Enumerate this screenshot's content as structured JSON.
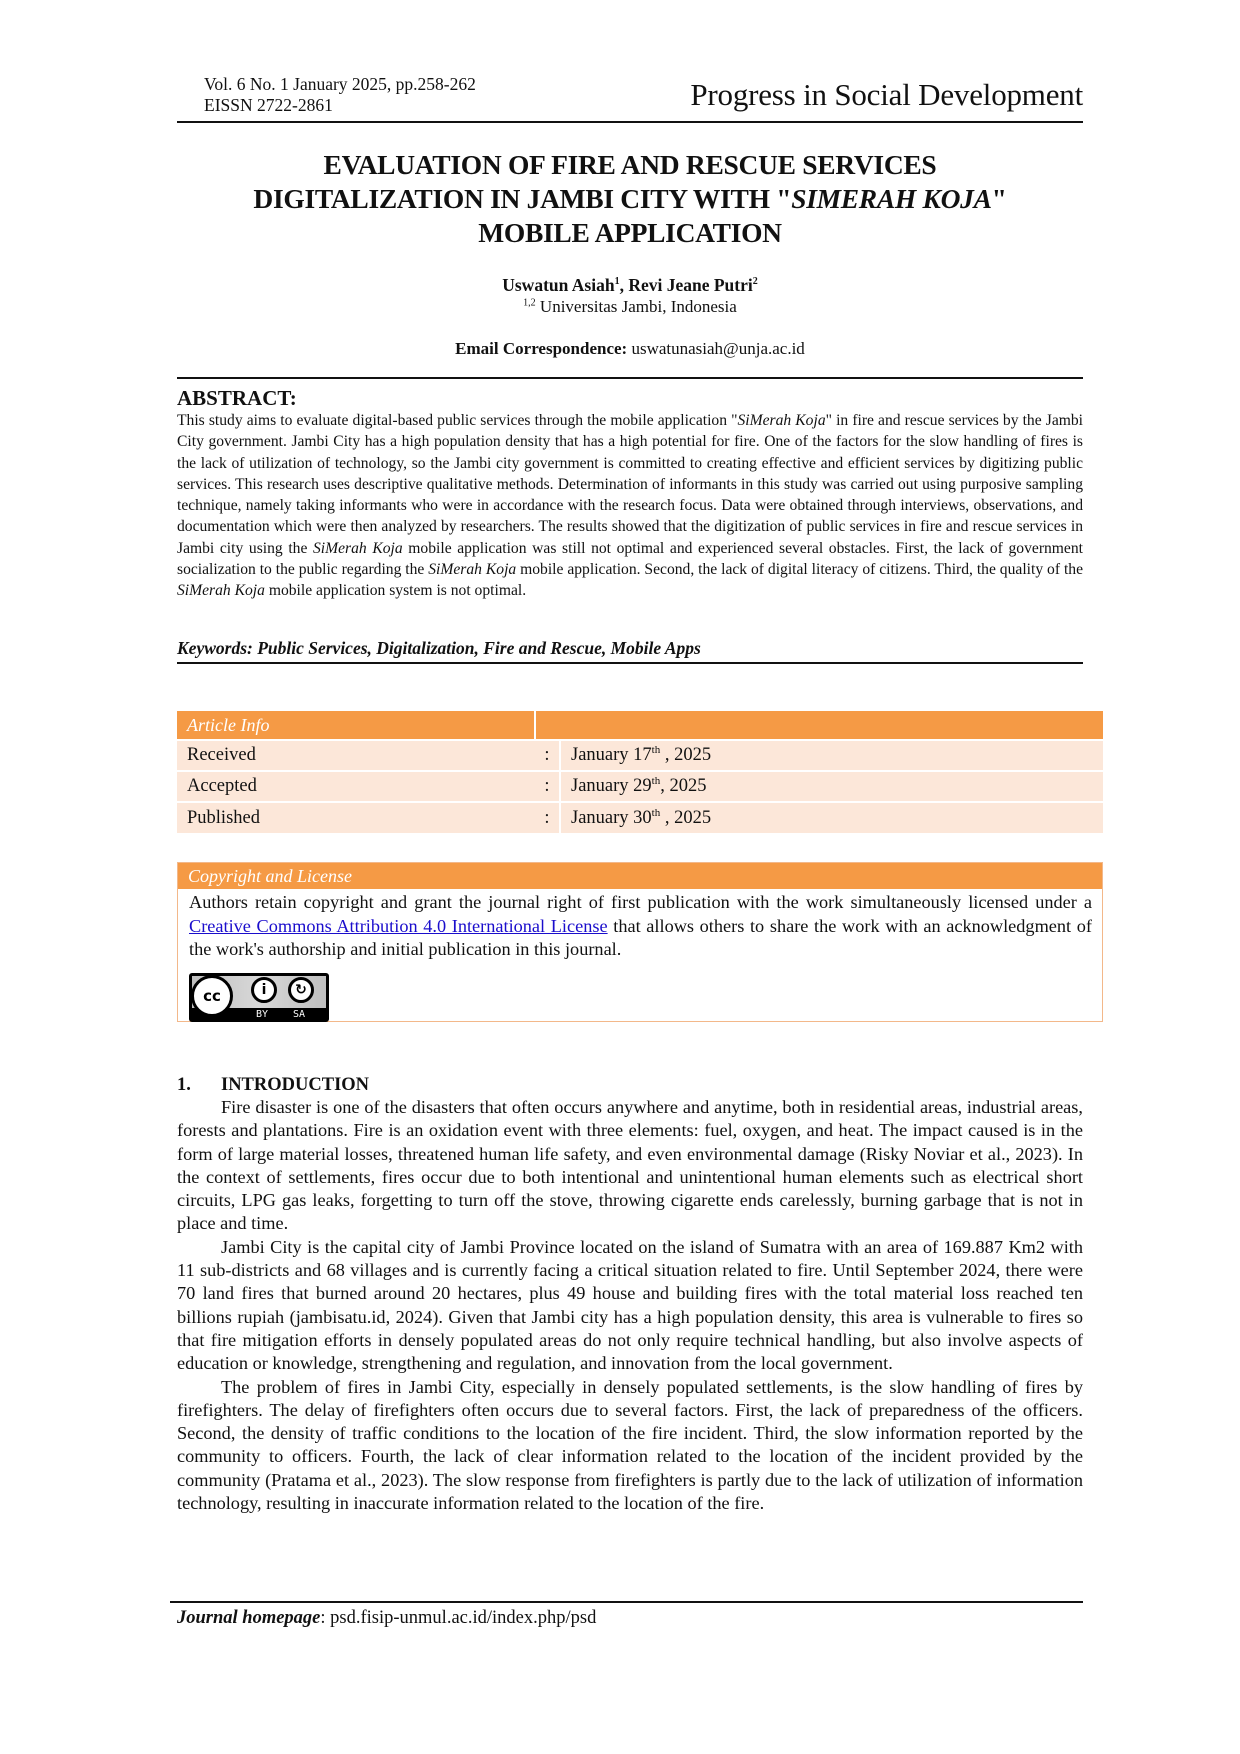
{
  "header": {
    "volume_line": "Vol. 6 No. 1 January 2025, pp.258-262",
    "issn_line": "EISSN 2722-2861",
    "journal_name": "Progress in Social Development"
  },
  "title": {
    "line1": "EVALUATION OF FIRE AND RESCUE SERVICES",
    "line2_prefix": "DIGITALIZATION IN JAMBI CITY WITH \"",
    "line2_italic": "SIMERAH KOJA",
    "line2_suffix": "\"",
    "line3": "MOBILE APPLICATION"
  },
  "authors": {
    "author1": "Uswatun Asiah",
    "author1_sup": "1",
    "separator": ", ",
    "author2": "Revi Jeane Putri",
    "author2_sup": "2",
    "affiliation_sup": "1,2",
    "affiliation": "Universitas Jambi, Indonesia",
    "email_label": "Email Correspondence:",
    "email": "uswatunasiah@unja.ac.id"
  },
  "abstract": {
    "heading": "ABSTRACT:",
    "segments": [
      {
        "t": "This study aims to evaluate digital-based public services through the mobile application \"",
        "i": false
      },
      {
        "t": "SiMerah Koja",
        "i": true
      },
      {
        "t": "\" in fire and rescue services by the Jambi City government. Jambi City has a high population density that has a high potential for fire. One of the factors for the slow handling of fires is the lack of utilization of technology, so the Jambi city government is committed to creating effective and efficient services by digitizing public services. This research uses descriptive qualitative methods. Determination of informants in this study was carried out using purposive sampling technique, namely taking informants who were in accordance with the research focus. Data were obtained through interviews, observations, and documentation which were then analyzed by researchers. The results showed that the digitization of public services in fire and rescue services in Jambi city using the ",
        "i": false
      },
      {
        "t": "SiMerah Koja",
        "i": true
      },
      {
        "t": " mobile application was still not optimal and experienced several obstacles. First, the lack of government socialization to the public regarding the ",
        "i": false
      },
      {
        "t": "SiMerah Koja",
        "i": true
      },
      {
        "t": " mobile application. Second, the lack of digital literacy of citizens. Third, the quality of the ",
        "i": false
      },
      {
        "t": "SiMerah Koja",
        "i": true
      },
      {
        "t": " mobile application system is not optimal.",
        "i": false
      }
    ],
    "keywords": "Keywords: Public Services, Digitalization, Fire and Rescue, Mobile Apps"
  },
  "article_info": {
    "heading": "Article Info",
    "separator": ":",
    "rows": [
      {
        "label": "Received",
        "month_day": "January 17",
        "sup": "th",
        "year": " , 2025"
      },
      {
        "label": "Accepted",
        "month_day": "January 29",
        "sup": "th",
        "year": ", 2025"
      },
      {
        "label": "Published",
        "month_day": "January 30",
        "sup": "th",
        "year": " , 2025"
      }
    ]
  },
  "copyright": {
    "heading": "Copyright and License",
    "text_before": "Authors retain copyright and grant the journal right of first publication with the work simultaneously licensed under a ",
    "link_text": "Creative Commons Attribution 4.0 International License",
    "text_after": " that allows others to share the work with an acknowledgment of the work's authorship and initial publication in this journal.",
    "badge": {
      "main": "cc",
      "by_icon": "i",
      "sa_icon": "↻",
      "by_label": "BY",
      "sa_label": "SA"
    }
  },
  "introduction": {
    "number": "1.",
    "heading": "INTRODUCTION",
    "paragraphs": [
      "Fire disaster is one of the disasters that often occurs anywhere and anytime, both in residential areas, industrial areas, forests and plantations. Fire is an oxidation event with three elements: fuel, oxygen, and heat. The impact caused is in the form of large material losses, threatened human life safety, and even environmental damage (Risky Noviar et al., 2023). In the context of settlements, fires occur due to both intentional and unintentional human elements such as electrical short circuits, LPG gas leaks, forgetting to turn off the stove, throwing cigarette ends carelessly, burning garbage that is not in place and time.",
      "Jambi City is the capital city of Jambi Province located on the island of Sumatra with an area of 169.887 Km2 with 11 sub-districts and 68 villages and is currently facing a critical situation related to fire. Until September 2024, there were 70 land fires that burned around 20 hectares, plus 49 house and building fires with the total material loss reached ten billions rupiah (jambisatu.id, 2024). Given that Jambi city has a high population density, this area is vulnerable to fires so that fire mitigation efforts in densely populated areas do not only require technical handling, but also involve aspects of education or knowledge, strengthening and regulation, and innovation from the local government.",
      "The problem of fires in Jambi City, especially in densely populated settlements, is the slow handling of fires by firefighters. The delay of firefighters often occurs due to several factors.  First, the lack of preparedness of the officers. Second, the density of traffic conditions to the location of the fire incident. Third, the slow information reported by the community to officers. Fourth, the lack of clear information related to the location of the incident provided by the community (Pratama et al., 2023). The slow response from firefighters is partly due to the lack of utilization of information technology, resulting in inaccurate information related to the location of the fire."
    ]
  },
  "footer": {
    "label": "Journal homepage",
    "colon": ": ",
    "url": "psd.fisip-unmul.ac.id/index.php/psd"
  },
  "colors": {
    "accent_orange": "#f59a45",
    "row_peach": "#fce7d9",
    "link_blue": "#1a0dcc"
  }
}
